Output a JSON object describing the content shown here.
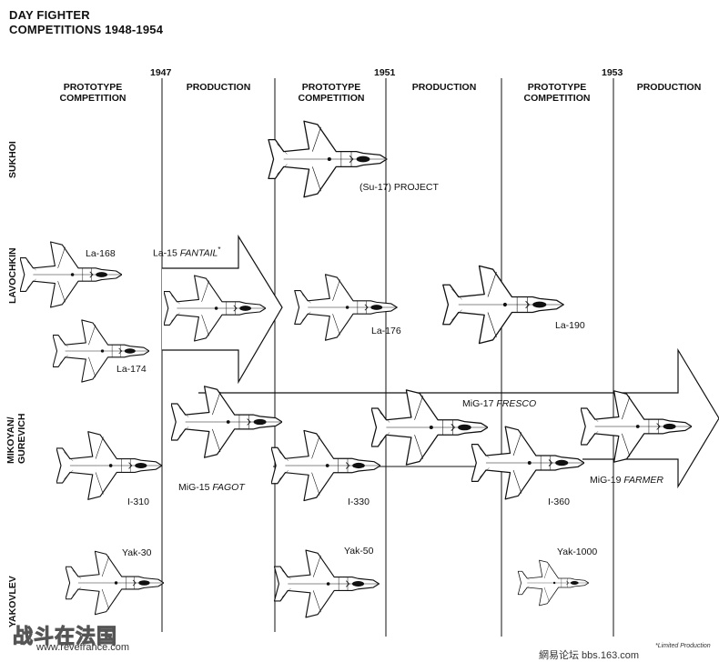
{
  "title": {
    "line1": "DAY FIGHTER",
    "line2": "COMPETITIONS 1948-1954"
  },
  "years": [
    "1947",
    "1951",
    "1953"
  ],
  "phases": {
    "p1": "PROTOTYPE\nCOMPETITION",
    "p2": "PRODUCTION",
    "p3": "PROTOTYPE\nCOMPETITION",
    "p4": "PRODUCTION",
    "p5": "PROTOTYPE\nCOMPETITION",
    "p6": "PRODUCTION"
  },
  "bureaus": {
    "sukhoi": "SUKHOI",
    "lavochkin": "LAVOCHKIN",
    "mikoyan": "MIKOYAN/\nGUREVICH",
    "yakovlev": "YAKOVLEV"
  },
  "aircraft": {
    "su17": "(Su-17) PROJECT",
    "la168": "La-168",
    "la174": "La-174",
    "la15": "La-15",
    "la15_name": "FANTAIL",
    "la15_mark": "*",
    "la176": "La-176",
    "la190": "La-190",
    "i310": "I-310",
    "mig15": "MiG-15",
    "mig15_name": "FAGOT",
    "i330": "I-330",
    "mig17": "MiG-17",
    "mig17_name": "FRESCO",
    "i360": "I-360",
    "mig19": "MiG-19",
    "mig19_name": "FARMER",
    "yak30": "Yak-30",
    "yak50": "Yak-50",
    "yak1000": "Yak-1000"
  },
  "footnote": "*Limited Production",
  "watermark": {
    "text": "战斗在法国",
    "url": "www.revefrance.com",
    "site": "網易论坛  bbs.163.com"
  },
  "colors": {
    "ink": "#111111",
    "background": "#ffffff"
  }
}
